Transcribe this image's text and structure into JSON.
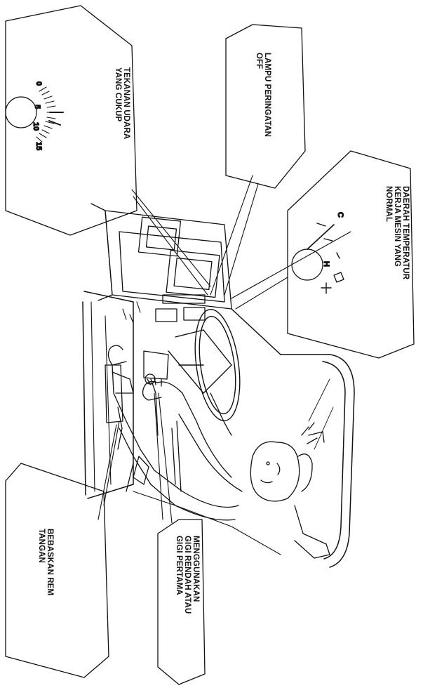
{
  "callouts": {
    "air_pressure": {
      "lines": [
        "TEKANAN UDARA",
        "YANG CUKUP"
      ]
    },
    "warning_light": {
      "lines": [
        "LAMPU PERINGATAN",
        "OFF"
      ]
    },
    "temperature": {
      "lines": [
        "DAERAH TEMPERATUR",
        "KERJA MESIN YANG",
        "NORMAL"
      ]
    },
    "hand_brake": {
      "lines": [
        "BEBASKAN REM",
        "TANGAN"
      ]
    },
    "gear": {
      "lines": [
        "MENGGUNAKAN",
        "GIGI RENDAH ATAU",
        "GIGI PERTAMA"
      ]
    }
  },
  "air_gauge": {
    "ticks": [
      "0",
      "5",
      "10",
      "15"
    ]
  },
  "temp_gauge": {
    "marks": [
      "C",
      "H"
    ]
  },
  "colors": {
    "line": "#111111",
    "background": "#ffffff"
  }
}
